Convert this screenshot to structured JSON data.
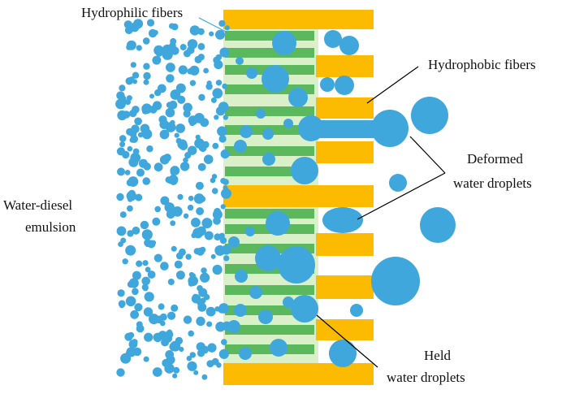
{
  "labels": {
    "hydrophilic": "Hydrophilic fibers",
    "hydrophobic": "Hydrophobic fibers",
    "deformed_line1": "Deformed",
    "deformed_line2": "water droplets",
    "emulsion_line1": "Water-diesel",
    "emulsion_line2": "emulsion",
    "held_line1": "Held",
    "held_line2": "water droplets"
  },
  "colors": {
    "hydrophilic_fiber": "#5cb85c",
    "hydrophilic_edge": "#d9f0c8",
    "hydrophobic_fiber": "#fdbb00",
    "droplet": "#3fa7dc",
    "leader_line": "#000000",
    "hydrophilic_leader": "#3fa7dc",
    "background": "#ffffff"
  }
}
